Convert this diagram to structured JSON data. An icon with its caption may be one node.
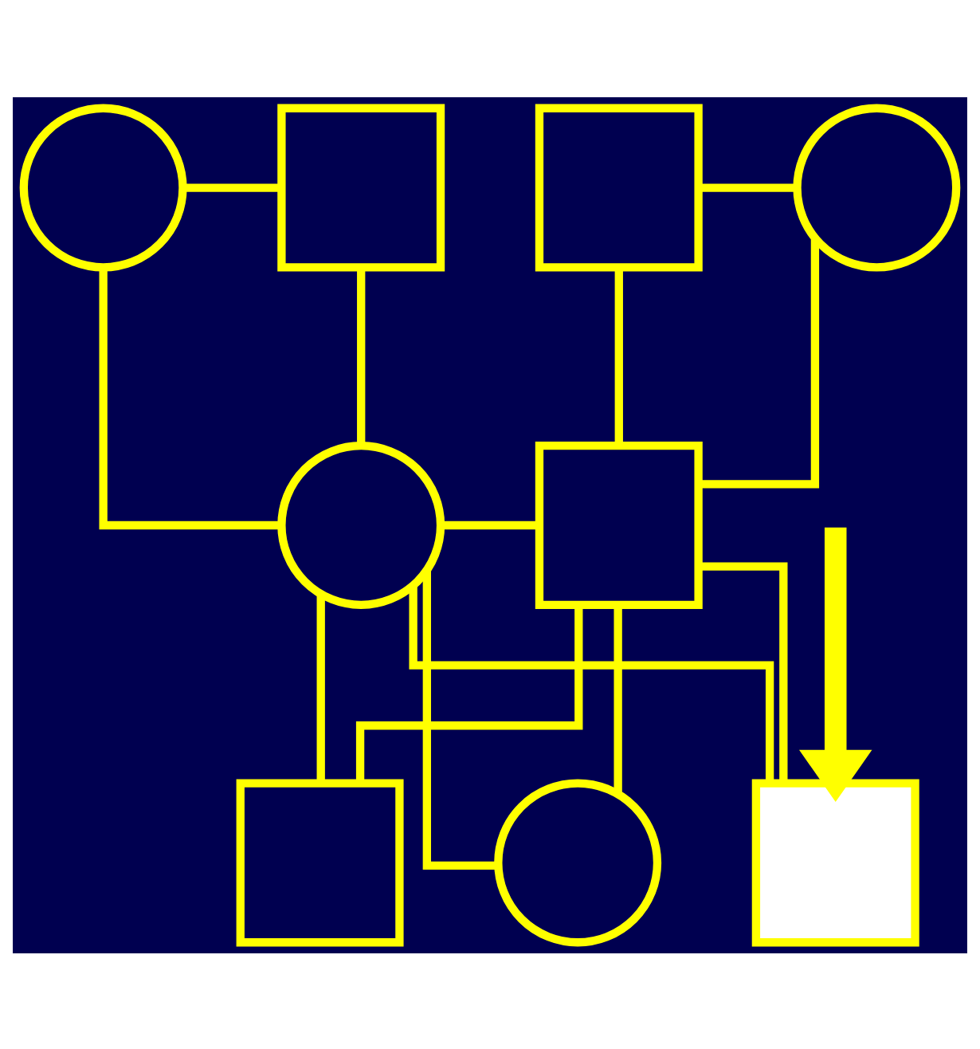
{
  "diagram": {
    "nodes": [
      {
        "text": [],
        "shape": "box"
      },
      {
        "text": [],
        "shape": "circle"
      },
      {
        "text": [],
        "shape": "circle"
      },
      {
        "text": [],
        "shape": "box"
      },
      {
        "text": [],
        "shape": "box"
      },
      {
        "text": [],
        "shape": "circle"
      },
      {
        "text": [],
        "shape": "circle"
      },
      {
        "text": [],
        "shape": "box"
      },
      {
        "text": [],
        "shape": "box"
      }
    ],
    "edges": [
      {
        "from": 0,
        "to": 1,
        "arrow": "none"
      },
      {
        "from": 2,
        "to": 3,
        "arrow": "none"
      },
      {
        "from": 0,
        "to": 4,
        "arrow": "none"
      },
      {
        "from": 1,
        "to": 4,
        "arrow": "none"
      },
      {
        "from": 2,
        "to": 5,
        "arrow": "none"
      },
      {
        "from": 3,
        "to": 5,
        "arrow": "none"
      },
      {
        "from": 4,
        "to": 5,
        "arrow": "none"
      },
      {
        "from": 4,
        "to": 6,
        "arrow": "none"
      },
      {
        "from": 5,
        "to": 6,
        "arrow": "none"
      },
      {
        "from": 4,
        "to": 7,
        "arrow": "none"
      },
      {
        "from": 5,
        "to": 7,
        "arrow": "none"
      },
      {
        "from": 4,
        "to": 8,
        "arrow": "none"
      },
      {
        "from": 5,
        "to": 8,
        "arrow": "none"
      },
      {
        "from": null,
        "to": 7,
        "arrow": "to",
        "style": "thick"
      }
    ]
  }
}
